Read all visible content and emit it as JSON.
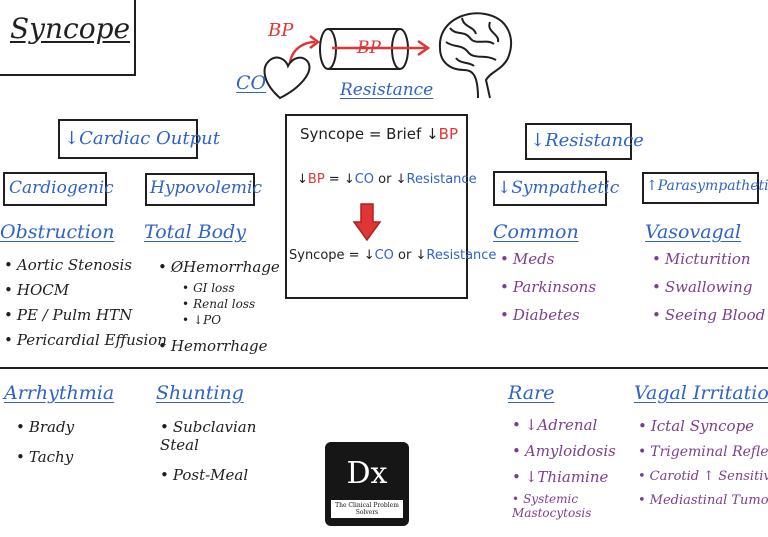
{
  "title": "Syncope",
  "top": {
    "bp_label": "BP",
    "pipe_label": "BP",
    "co_label": "CO",
    "resistance_label": "Resistance"
  },
  "center": {
    "line1_prefix": "Syncope = Brief ↓",
    "line1_bp": "BP",
    "line2_arrow": "↓",
    "line2_bp": "BP",
    "line2_mid": " = ↓",
    "line2_co": "CO",
    "line2_or": " or ↓",
    "line2_res": "Resistance",
    "line3_prefix": "Syncope = ↓",
    "line3_co": "CO",
    "line3_or": " or ↓",
    "line3_res": "Resistance"
  },
  "cardiac_output": {
    "heading": "↓Cardiac Output",
    "cardiogenic": "Cardiogenic",
    "hypovolemic": "Hypovolemic",
    "obstruction": {
      "heading": "Obstruction",
      "items": [
        "Aortic Stenosis",
        "HOCM",
        "PE / Pulm HTN",
        "Pericardial Effusion"
      ]
    },
    "total_body": {
      "heading": "Total Body",
      "lead": "ØHemorrhage",
      "subs": [
        "GI loss",
        "Renal loss",
        "↓PO"
      ],
      "tail": "Hemorrhage"
    },
    "arrhythmia": {
      "heading": "Arrhythmia",
      "items": [
        "Brady",
        "Tachy"
      ]
    },
    "shunting": {
      "heading": "Shunting",
      "items": [
        "Subclavian Steal",
        "Post-Meal"
      ]
    }
  },
  "resistance": {
    "heading": "↓Resistance",
    "sympathetic": "↓Sympathetic",
    "parasympathetic": "↑Parasympathetic",
    "common": {
      "heading": "Common",
      "items": [
        "Meds",
        "Parkinsons",
        "Diabetes"
      ]
    },
    "vasovagal": {
      "heading": "Vasovagal",
      "items": [
        "Micturition",
        "Swallowing",
        "Seeing Blood"
      ]
    },
    "rare": {
      "heading": "Rare",
      "items": [
        "↓Adrenal",
        "Amyloidosis",
        "↓Thiamine",
        "Systemic Mastocytosis"
      ]
    },
    "vagal": {
      "heading": "Vagal Irritation",
      "items": [
        "Ictal Syncope",
        "Trigeminal Reflex",
        "Carotid ↑ Sensitivity",
        "Mediastinal Tumor"
      ]
    }
  },
  "logo": {
    "mark": "Dx",
    "caption": "The Clinical Problem Solvers"
  },
  "colors": {
    "blue": "#2f63c9",
    "purple": "#7b3f8f",
    "red": "#e03535"
  }
}
